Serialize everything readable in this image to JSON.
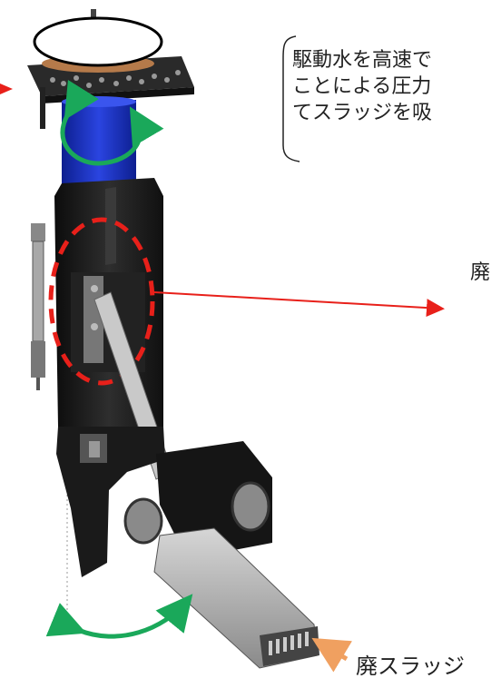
{
  "callout": {
    "lines": [
      "駆動水を高速で",
      "ことによる圧力",
      "てスラッジを吸"
    ]
  },
  "labels": {
    "mid": "廃",
    "bottom": "廃スラッジ"
  },
  "colors": {
    "red_arrow": "#e8201a",
    "green_arrow": "#1aa85a",
    "orange_arrow": "#f0a060",
    "blue_cylinder": "#1e33c8",
    "body_dark": "#1c1c1c"
  }
}
